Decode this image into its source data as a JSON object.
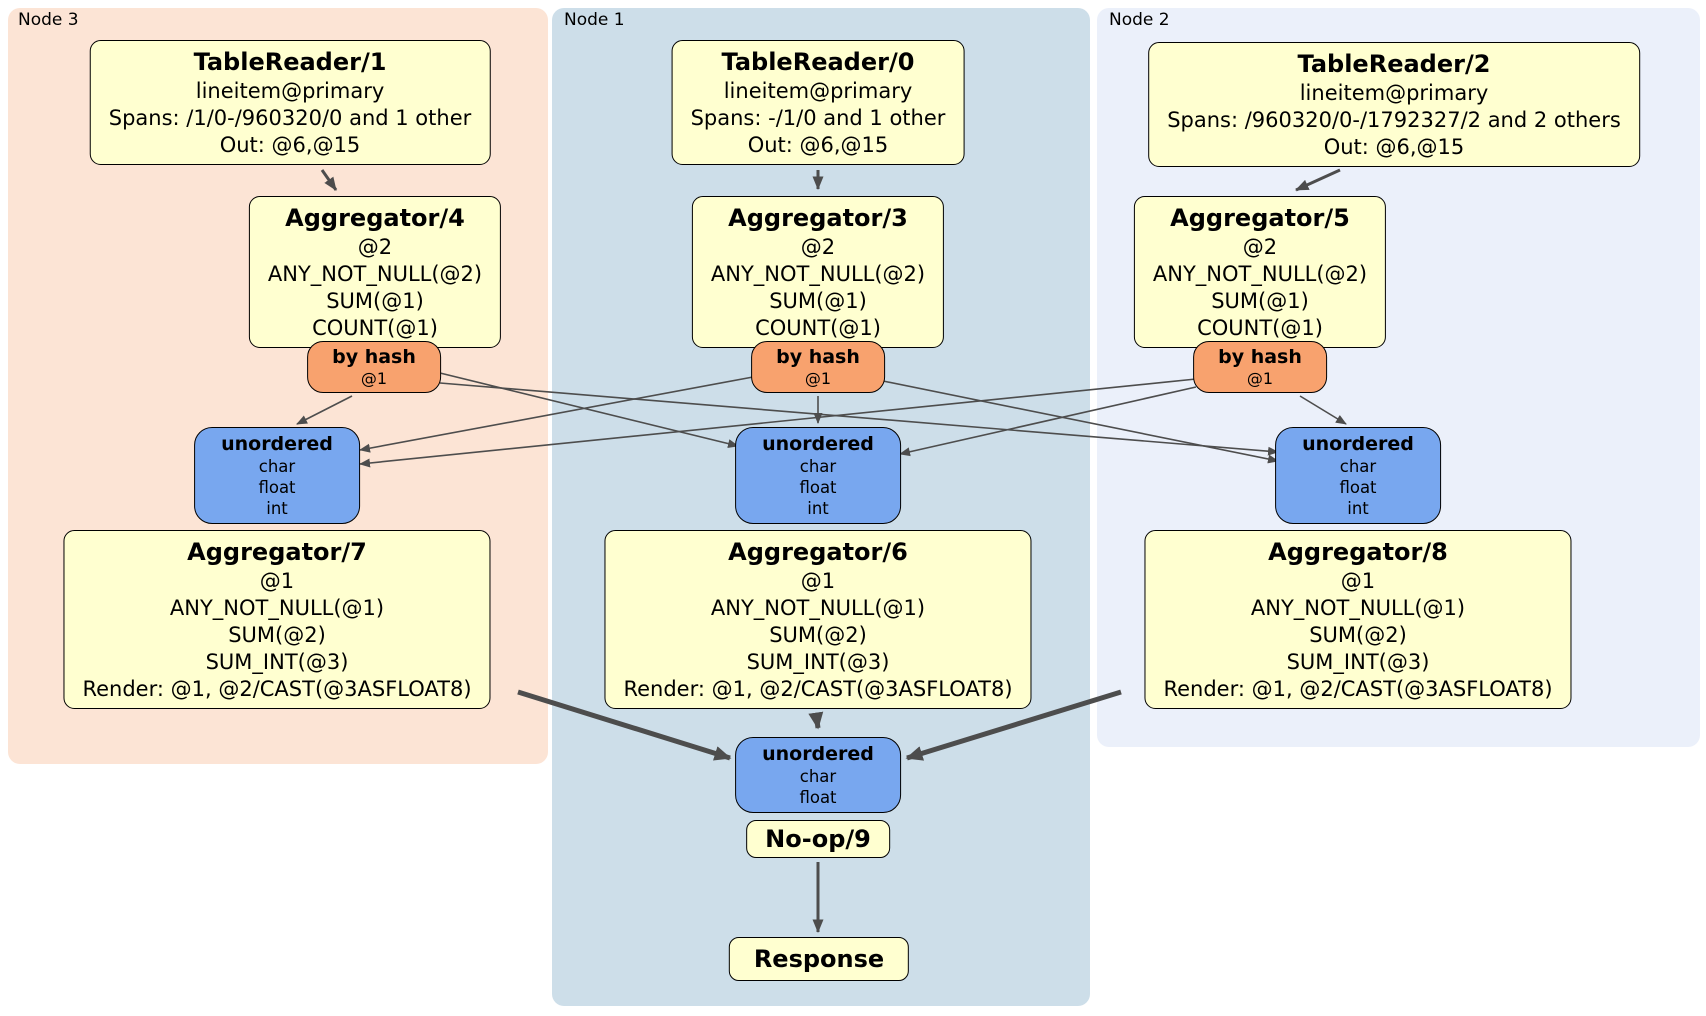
{
  "colors": {
    "processor-fill": "#ffffd0",
    "processor-border": "#000000",
    "hash-router-fill": "#f8a26e",
    "sync-fill": "#78a7ef",
    "node1-bg": "#cddee9",
    "node2-bg": "#ebf0fa",
    "node3-bg": "#fce4d5",
    "edge-color": "#4d4d4d",
    "text-color": "#000000"
  },
  "node3": {
    "label": "Node 3",
    "tablereader": {
      "title": "TableReader/1",
      "lines": [
        "lineitem@primary",
        "Spans: /1/0-/960320/0 and 1 other",
        "Out: @6,@15"
      ]
    },
    "aggregator_top": {
      "title": "Aggregator/4",
      "lines": [
        "@2",
        "ANY_NOT_NULL(@2)",
        "SUM(@1)",
        "COUNT(@1)"
      ]
    },
    "hash_router": {
      "title": "by hash",
      "lines": [
        "@1"
      ]
    },
    "sync": {
      "title": "unordered",
      "lines": [
        "char",
        "float",
        "int"
      ]
    },
    "aggregator_final": {
      "title": "Aggregator/7",
      "lines": [
        "@1",
        "ANY_NOT_NULL(@1)",
        "SUM(@2)",
        "SUM_INT(@3)",
        "Render: @1, @2/CAST(@3ASFLOAT8)"
      ]
    }
  },
  "node1": {
    "label": "Node 1",
    "tablereader": {
      "title": "TableReader/0",
      "lines": [
        "lineitem@primary",
        "Spans: -/1/0 and 1 other",
        "Out: @6,@15"
      ]
    },
    "aggregator_top": {
      "title": "Aggregator/3",
      "lines": [
        "@2",
        "ANY_NOT_NULL(@2)",
        "SUM(@1)",
        "COUNT(@1)"
      ]
    },
    "hash_router": {
      "title": "by hash",
      "lines": [
        "@1"
      ]
    },
    "sync": {
      "title": "unordered",
      "lines": [
        "char",
        "float",
        "int"
      ]
    },
    "aggregator_final": {
      "title": "Aggregator/6",
      "lines": [
        "@1",
        "ANY_NOT_NULL(@1)",
        "SUM(@2)",
        "SUM_INT(@3)",
        "Render: @1, @2/CAST(@3ASFLOAT8)"
      ]
    },
    "final_sync": {
      "title": "unordered",
      "lines": [
        "char",
        "float"
      ]
    },
    "noop": {
      "title": "No-op/9"
    },
    "response": {
      "title": "Response"
    }
  },
  "node2": {
    "label": "Node 2",
    "tablereader": {
      "title": "TableReader/2",
      "lines": [
        "lineitem@primary",
        "Spans: /960320/0-/1792327/2 and 2 others",
        "Out: @6,@15"
      ]
    },
    "aggregator_top": {
      "title": "Aggregator/5",
      "lines": [
        "@2",
        "ANY_NOT_NULL(@2)",
        "SUM(@1)",
        "COUNT(@1)"
      ]
    },
    "hash_router": {
      "title": "by hash",
      "lines": [
        "@1"
      ]
    },
    "sync": {
      "title": "unordered",
      "lines": [
        "char",
        "float",
        "int"
      ]
    },
    "aggregator_final": {
      "title": "Aggregator/8",
      "lines": [
        "@1",
        "ANY_NOT_NULL(@1)",
        "SUM(@2)",
        "SUM_INT(@3)",
        "Render: @1, @2/CAST(@3ASFLOAT8)"
      ]
    }
  }
}
